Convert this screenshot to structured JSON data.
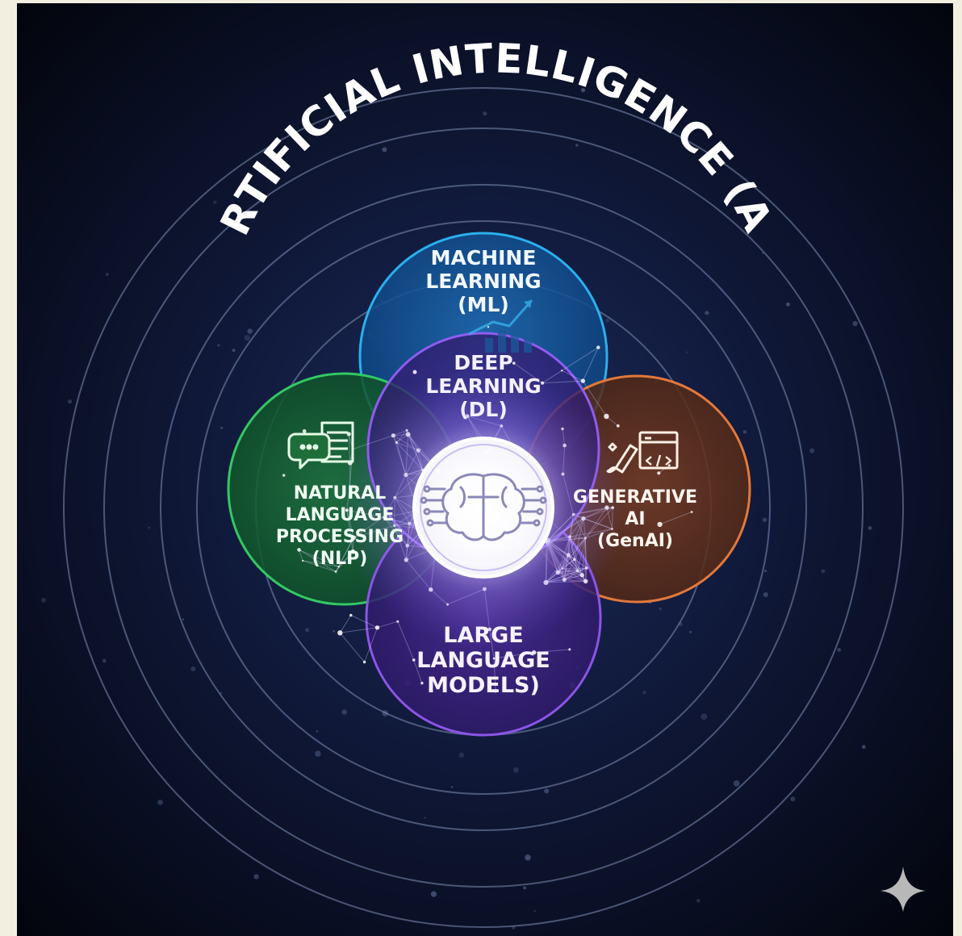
{
  "title": "ARTIFICIAL INTELLIGENCE (AI)",
  "circles": {
    "ml": {
      "lines": [
        "MACHINE",
        "LEARNING",
        "(ML)"
      ],
      "color": "#28a8e6",
      "icon": "growth-chart-icon"
    },
    "dl": {
      "lines": [
        "DEEP",
        "LEARNING",
        "(DL)"
      ],
      "color": "#7a4de0"
    },
    "nlp": {
      "lines": [
        "NATURAL",
        "LANGUAGE",
        "PROCESSING",
        "(NLP)"
      ],
      "color": "#2fbf5a",
      "icon": "chat-document-icon"
    },
    "genai": {
      "lines": [
        "GENERATIVE",
        "AI",
        "(GenAI)"
      ],
      "color": "#e07a3a",
      "icon": "brush-code-icon"
    },
    "llm": {
      "lines": [
        "LARGE",
        "LANGUAGE",
        "MODELS)"
      ],
      "color": "#7b47d9"
    }
  },
  "core": {
    "icon": "circuit-brain-icon"
  },
  "corner_icon": "sparkle-icon"
}
